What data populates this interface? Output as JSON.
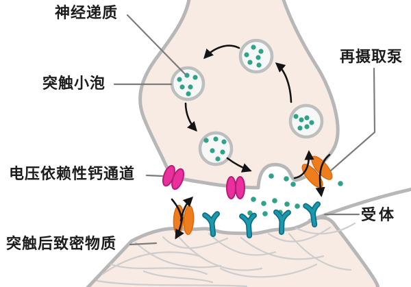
{
  "diagram": {
    "subject": "synaptic transmission",
    "labels": {
      "neurotransmitter": "神经递质",
      "synaptic_vesicle": "突触小泡",
      "calcium_channel": "电压依赖性钙通道",
      "postsynaptic_density": "突触后致密物质",
      "reuptake_pump": "再摄取泵",
      "receptor": "受体"
    },
    "colors": {
      "background": "#ffffff",
      "cell_fill": "#f8ebe4",
      "membrane_gray": "#b7b7b7",
      "vesicle_fill": "#f5f8f7",
      "vesicle_ring": "#bcbfbd",
      "neurotransmitter_dot": "#2fa287",
      "calcium_channel_pink": "#e8319c",
      "calcium_channel_edge": "#b81b77",
      "pump_orange": "#ee7d1e",
      "pump_orange_edge": "#d96a10",
      "receptor_teal": "#1b98ae",
      "receptor_teal_edge": "#0d6d84",
      "arrow_black": "#141414",
      "leader_gray": "#7b7b7b",
      "mesh_gray": "#cdcdcd",
      "label_text": "#1c1c1c"
    }
  }
}
